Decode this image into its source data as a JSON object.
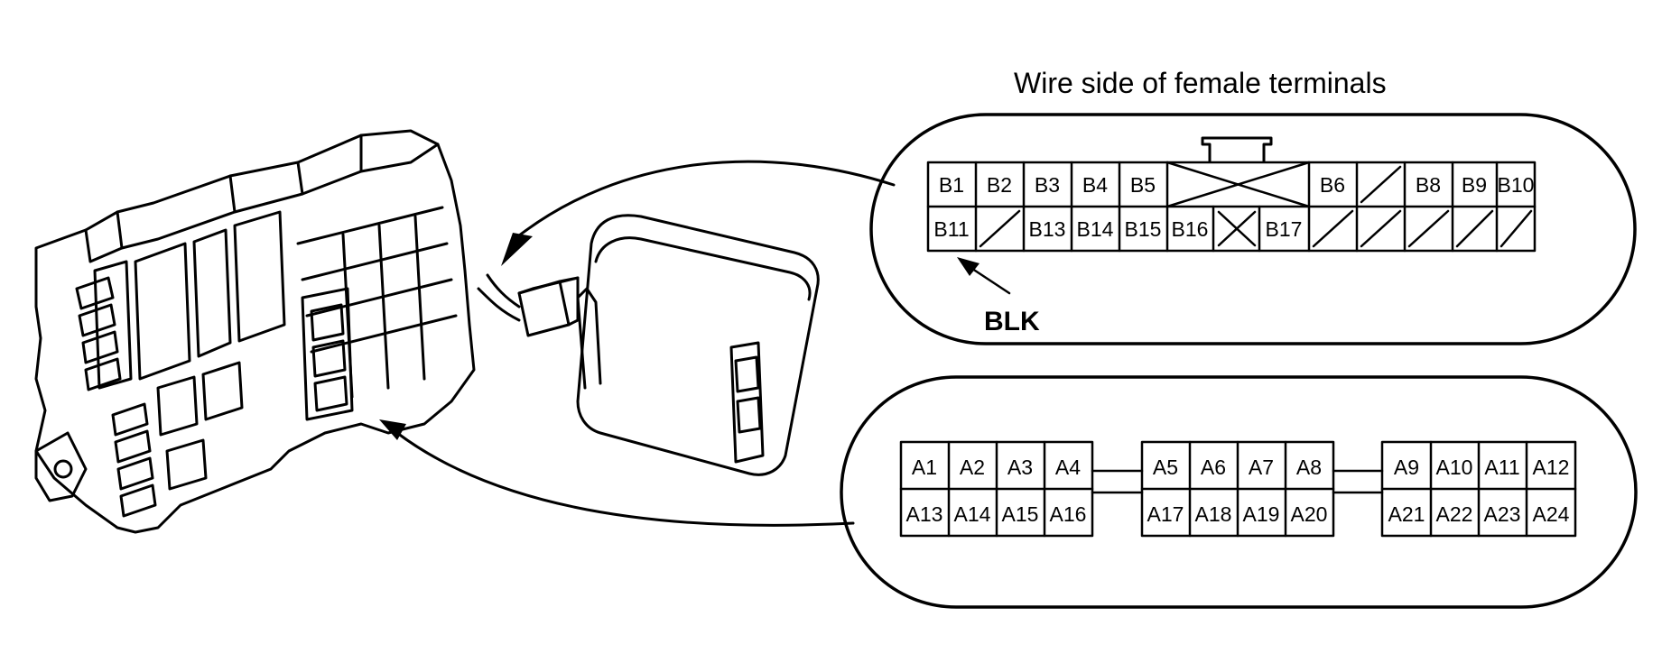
{
  "caption": "Wire side of female terminals",
  "wire_color_label": "BLK",
  "connector_b": {
    "row1": [
      "B1",
      "B2",
      "B3",
      "B4",
      "B5",
      "",
      "B6",
      "",
      "B8",
      "B9",
      "B10"
    ],
    "row2": [
      "B11",
      "",
      "B13",
      "B14",
      "B15",
      "B16",
      "",
      "B17",
      "",
      "",
      "",
      "",
      ""
    ]
  },
  "connector_a": {
    "row1": [
      "A1",
      "A2",
      "A3",
      "A4",
      "A5",
      "A6",
      "A7",
      "A8",
      "A9",
      "A10",
      "A11",
      "A12"
    ],
    "row2": [
      "A13",
      "A14",
      "A15",
      "A16",
      "A17",
      "A18",
      "A19",
      "A20",
      "A21",
      "A22",
      "A23",
      "A24"
    ]
  }
}
